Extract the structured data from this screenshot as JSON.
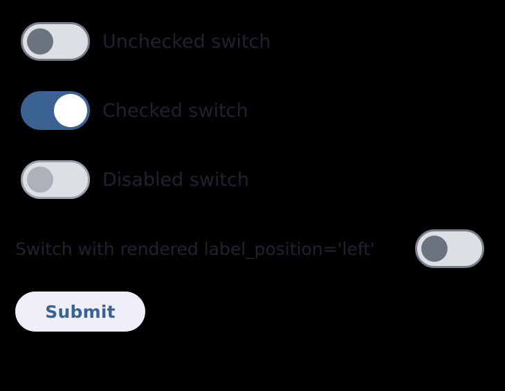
{
  "page": {
    "background_color": "#000000"
  },
  "theme": {
    "accent_blue": "#3a6394",
    "track_off": "#dcdfe4",
    "track_border": "#767e89",
    "track_border_disabled": "#9aa1ab",
    "thumb_off": "#6b737e",
    "thumb_disabled": "#adb2ba",
    "thumb_on": "#ffffff",
    "label_text": "#20232d",
    "button_background": "#eeeff8"
  },
  "switches": [
    {
      "name": "unchecked-switch",
      "label": "Unchecked switch",
      "checked": false,
      "disabled": false,
      "label_position": "right"
    },
    {
      "name": "checked-switch",
      "label": "Checked switch",
      "checked": true,
      "disabled": false,
      "label_position": "right"
    },
    {
      "name": "disabled-switch",
      "label": "Disabled switch",
      "checked": false,
      "disabled": true,
      "label_position": "right"
    },
    {
      "name": "left-label-switch",
      "label": "Switch with rendered label_position='left'",
      "checked": false,
      "disabled": false,
      "label_position": "left"
    }
  ],
  "form": {
    "submit_label": "Submit"
  }
}
